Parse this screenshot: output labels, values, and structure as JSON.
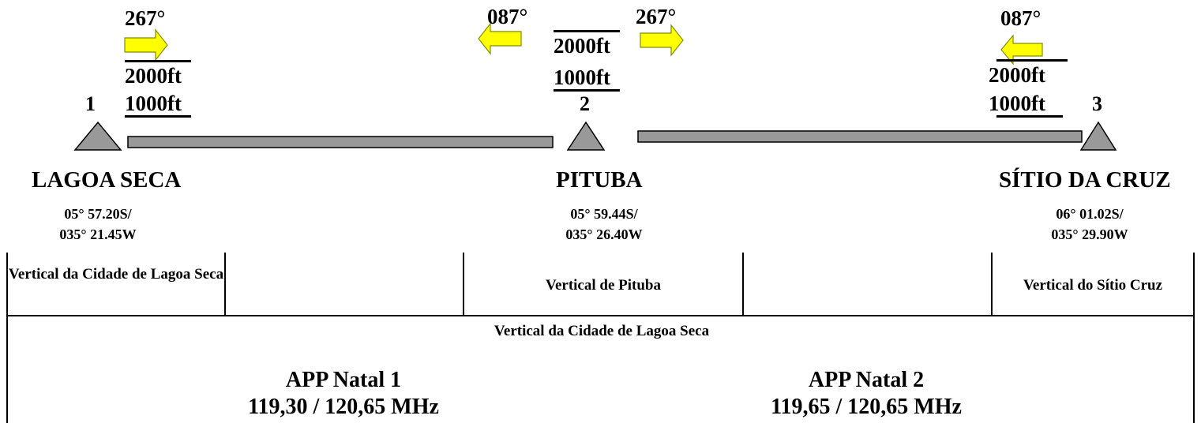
{
  "waypoints": [
    {
      "number": "1",
      "name": "LAGOA SECA",
      "lat": "05° 57.20S/",
      "lon": "035° 21.45W"
    },
    {
      "number": "2",
      "name": "PITUBA",
      "lat": "05° 59.44S/",
      "lon": "035° 26.40W"
    },
    {
      "number": "3",
      "name": "SÍTIO DA CRUZ",
      "lat": "06° 01.02S/",
      "lon": "035° 29.90W"
    }
  ],
  "legs": [
    {
      "heading": "267°",
      "upper_alt": "2000ft",
      "lower_alt": "1000ft",
      "arrow_direction": "right"
    },
    {
      "heading": "087°",
      "arrow_direction": "left"
    },
    {
      "heading": "267°",
      "arrow_direction": "right"
    },
    {
      "heading": "087°",
      "upper_alt": "2000ft",
      "lower_alt": "1000ft",
      "arrow_direction": "left"
    }
  ],
  "pituba_altitudes": {
    "upper": "2000ft",
    "lower": "1000ft"
  },
  "table": {
    "row1": [
      "Vertical da Cidade de Lagoa Seca",
      "",
      "Vertical de Pituba",
      "",
      "Vertical do Sítio Cruz"
    ],
    "row2_title": "Vertical da Cidade de Lagoa Seca",
    "app1_name": "APP Natal 1",
    "app1_freq": "119,30 / 120,65 MHz",
    "app2_name": "APP Natal 2",
    "app2_freq": "119,65 / 120,65 MHz"
  },
  "colors": {
    "arrow_fill": "#ffff00",
    "arrow_stroke": "#7f8f00",
    "shape_fill": "#999999",
    "shape_stroke": "#000000"
  }
}
